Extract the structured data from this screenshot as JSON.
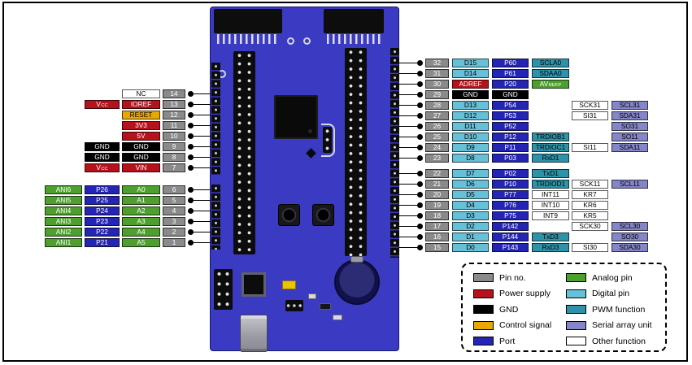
{
  "colors": {
    "pinno": "#8a8a8a",
    "power": "#b5121b",
    "gnd": "#000000",
    "control": "#e9a800",
    "port": "#2525b5",
    "analog": "#4f9f2f",
    "digital": "#66c0d8",
    "pwm": "#2e93a8",
    "sau": "#8486c8",
    "other": "#ffffff",
    "board": "#3a3ac2"
  },
  "left_top_rows": [
    {
      "pin": "14",
      "cells": [
        {
          "col": "c",
          "t": "NC",
          "type": "other"
        }
      ]
    },
    {
      "pin": "13",
      "cells": [
        {
          "col": "b",
          "t": "V",
          "sub": "CC",
          "type": "power"
        },
        {
          "col": "c",
          "t": "IOREF",
          "type": "power"
        }
      ]
    },
    {
      "pin": "12",
      "cells": [
        {
          "col": "c",
          "t": "RESET",
          "type": "control"
        }
      ]
    },
    {
      "pin": "11",
      "cells": [
        {
          "col": "c",
          "t": "3V3",
          "type": "power"
        }
      ]
    },
    {
      "pin": "10",
      "cells": [
        {
          "col": "c",
          "t": "5V",
          "type": "power"
        }
      ]
    },
    {
      "pin": "9",
      "cells": [
        {
          "col": "b",
          "t": "GND",
          "type": "gnd"
        },
        {
          "col": "c",
          "t": "GND",
          "type": "gnd"
        }
      ]
    },
    {
      "pin": "8",
      "cells": [
        {
          "col": "b",
          "t": "GND",
          "type": "gnd"
        },
        {
          "col": "c",
          "t": "GND",
          "type": "gnd"
        }
      ]
    },
    {
      "pin": "7",
      "cells": [
        {
          "col": "b",
          "t": "V",
          "sub": "CC",
          "type": "power"
        },
        {
          "col": "c",
          "t": "VIN",
          "type": "power"
        }
      ]
    }
  ],
  "left_bottom_rows": [
    {
      "pin": "6",
      "cells": [
        {
          "col": "a",
          "t": "ANI6",
          "type": "analog"
        },
        {
          "col": "b",
          "t": "P26",
          "type": "port"
        },
        {
          "col": "c",
          "t": "A0",
          "type": "analog"
        }
      ]
    },
    {
      "pin": "5",
      "cells": [
        {
          "col": "a",
          "t": "ANI5",
          "type": "analog"
        },
        {
          "col": "b",
          "t": "P25",
          "type": "port"
        },
        {
          "col": "c",
          "t": "A1",
          "type": "analog"
        }
      ]
    },
    {
      "pin": "4",
      "cells": [
        {
          "col": "a",
          "t": "ANI4",
          "type": "analog"
        },
        {
          "col": "b",
          "t": "P24",
          "type": "port"
        },
        {
          "col": "c",
          "t": "A2",
          "type": "analog"
        }
      ]
    },
    {
      "pin": "3",
      "cells": [
        {
          "col": "a",
          "t": "ANI3",
          "type": "analog"
        },
        {
          "col": "b",
          "t": "P23",
          "type": "port"
        },
        {
          "col": "c",
          "t": "A3",
          "type": "analog"
        }
      ]
    },
    {
      "pin": "2",
      "cells": [
        {
          "col": "a",
          "t": "ANI2",
          "type": "analog"
        },
        {
          "col": "b",
          "t": "P22",
          "type": "port"
        },
        {
          "col": "c",
          "t": "A4",
          "type": "analog"
        }
      ]
    },
    {
      "pin": "1",
      "cells": [
        {
          "col": "a",
          "t": "ANI1",
          "type": "analog"
        },
        {
          "col": "b",
          "t": "P21",
          "type": "port"
        },
        {
          "col": "c",
          "t": "A5",
          "type": "analog"
        }
      ]
    }
  ],
  "right_top_rows": [
    {
      "pin": "32",
      "cells": [
        {
          "col": "d",
          "t": "D15",
          "type": "digital"
        },
        {
          "col": "e",
          "t": "P60",
          "type": "port"
        },
        {
          "col": "f",
          "t": "SCLA0",
          "type": "pwm"
        }
      ]
    },
    {
      "pin": "31",
      "cells": [
        {
          "col": "d",
          "t": "D14",
          "type": "digital"
        },
        {
          "col": "e",
          "t": "P61",
          "type": "port"
        },
        {
          "col": "f",
          "t": "SDAA0",
          "type": "pwm"
        }
      ]
    },
    {
      "pin": "30",
      "cells": [
        {
          "col": "d",
          "t": "ADREF",
          "type": "power"
        },
        {
          "col": "e",
          "t": "P20",
          "type": "port"
        },
        {
          "col": "f",
          "t": "AV",
          "sub": "REFP",
          "type": "analog"
        }
      ]
    },
    {
      "pin": "29",
      "cells": [
        {
          "col": "d",
          "t": "GND",
          "type": "gnd"
        },
        {
          "col": "e",
          "t": "GND",
          "type": "gnd"
        }
      ]
    },
    {
      "pin": "28",
      "cells": [
        {
          "col": "d",
          "t": "D13",
          "type": "digital"
        },
        {
          "col": "e",
          "t": "P54",
          "type": "port"
        },
        {
          "col": "g",
          "t": "SCK31",
          "type": "other"
        },
        {
          "col": "h",
          "t": "SCL31",
          "type": "sau"
        }
      ]
    },
    {
      "pin": "27",
      "cells": [
        {
          "col": "d",
          "t": "D12",
          "type": "digital"
        },
        {
          "col": "e",
          "t": "P53",
          "type": "port"
        },
        {
          "col": "g",
          "t": "SI31",
          "type": "other"
        },
        {
          "col": "h",
          "t": "SDA31",
          "type": "sau"
        }
      ]
    },
    {
      "pin": "26",
      "cells": [
        {
          "col": "d",
          "t": "D11",
          "type": "digital"
        },
        {
          "col": "e",
          "t": "P52",
          "type": "port"
        },
        {
          "col": "h",
          "t": "SO31",
          "type": "sau"
        }
      ]
    },
    {
      "pin": "25",
      "cells": [
        {
          "col": "d",
          "t": "D10",
          "type": "digital"
        },
        {
          "col": "e",
          "t": "P12",
          "type": "port"
        },
        {
          "col": "f",
          "t": "TRDIOB1",
          "type": "pwm"
        },
        {
          "col": "h",
          "t": "SO11",
          "type": "sau"
        }
      ]
    },
    {
      "pin": "24",
      "cells": [
        {
          "col": "d",
          "t": "D9",
          "type": "digital"
        },
        {
          "col": "e",
          "t": "P11",
          "type": "port"
        },
        {
          "col": "f",
          "t": "TRDIOC1",
          "type": "pwm"
        },
        {
          "col": "g",
          "t": "SI11",
          "type": "other"
        },
        {
          "col": "h",
          "t": "SDA11",
          "type": "sau"
        }
      ]
    },
    {
      "pin": "23",
      "cells": [
        {
          "col": "d",
          "t": "D8",
          "type": "digital"
        },
        {
          "col": "e",
          "t": "P03",
          "type": "port"
        },
        {
          "col": "f",
          "t": "RxD1",
          "type": "pwm"
        }
      ]
    }
  ],
  "right_bottom_rows": [
    {
      "pin": "22",
      "cells": [
        {
          "col": "d",
          "t": "D7",
          "type": "digital"
        },
        {
          "col": "e",
          "t": "P02",
          "type": "port"
        },
        {
          "col": "f",
          "t": "TxD1",
          "type": "pwm"
        }
      ]
    },
    {
      "pin": "21",
      "cells": [
        {
          "col": "d",
          "t": "D6",
          "type": "digital"
        },
        {
          "col": "e",
          "t": "P10",
          "type": "port"
        },
        {
          "col": "f",
          "t": "TRDIOD1",
          "type": "pwm"
        },
        {
          "col": "g",
          "t": "SCK11",
          "type": "other"
        },
        {
          "col": "h",
          "t": "SCL11",
          "type": "sau"
        }
      ]
    },
    {
      "pin": "20",
      "cells": [
        {
          "col": "d",
          "t": "D5",
          "type": "digital"
        },
        {
          "col": "e",
          "t": "P77",
          "type": "port"
        },
        {
          "col": "f",
          "t": "INT11",
          "type": "other"
        },
        {
          "col": "g",
          "t": "KR7",
          "type": "other"
        }
      ]
    },
    {
      "pin": "19",
      "cells": [
        {
          "col": "d",
          "t": "D4",
          "type": "digital"
        },
        {
          "col": "e",
          "t": "P76",
          "type": "port"
        },
        {
          "col": "f",
          "t": "INT10",
          "type": "other"
        },
        {
          "col": "g",
          "t": "KR6",
          "type": "other"
        }
      ]
    },
    {
      "pin": "18",
      "cells": [
        {
          "col": "d",
          "t": "D3",
          "type": "digital"
        },
        {
          "col": "e",
          "t": "P75",
          "type": "port"
        },
        {
          "col": "f",
          "t": "INT9",
          "type": "other"
        },
        {
          "col": "g",
          "t": "KR5",
          "type": "other"
        }
      ]
    },
    {
      "pin": "17",
      "cells": [
        {
          "col": "d",
          "t": "D2",
          "type": "digital"
        },
        {
          "col": "e",
          "t": "P142",
          "type": "port"
        },
        {
          "col": "g",
          "t": "SCK30",
          "type": "other"
        },
        {
          "col": "h",
          "t": "SCL30",
          "type": "sau"
        }
      ]
    },
    {
      "pin": "16",
      "cells": [
        {
          "col": "d",
          "t": "D1",
          "type": "digital"
        },
        {
          "col": "e",
          "t": "P144",
          "type": "port"
        },
        {
          "col": "f",
          "t": "TxD3",
          "type": "pwm"
        },
        {
          "col": "h",
          "t": "SO30",
          "type": "sau"
        }
      ]
    },
    {
      "pin": "15",
      "cells": [
        {
          "col": "d",
          "t": "D0",
          "type": "digital"
        },
        {
          "col": "e",
          "t": "P143",
          "type": "port"
        },
        {
          "col": "f",
          "t": "RxD3",
          "type": "pwm"
        },
        {
          "col": "g",
          "t": "SI30",
          "type": "other"
        },
        {
          "col": "h",
          "t": "SDA30",
          "type": "sau"
        }
      ]
    }
  ],
  "legend": {
    "col1": [
      {
        "label": "Pin no.",
        "type": "pinno"
      },
      {
        "label": "Power supply",
        "type": "power"
      },
      {
        "label": "GND",
        "type": "gnd"
      },
      {
        "label": "Control signal",
        "type": "control"
      },
      {
        "label": "Port",
        "type": "port"
      }
    ],
    "col2": [
      {
        "label": "Analog pin",
        "type": "analog"
      },
      {
        "label": "Digital pin",
        "type": "digital"
      },
      {
        "label": "PWM function",
        "type": "pwm"
      },
      {
        "label": "Serial array unit",
        "type": "sau"
      },
      {
        "label": "Other function",
        "type": "other"
      }
    ]
  }
}
